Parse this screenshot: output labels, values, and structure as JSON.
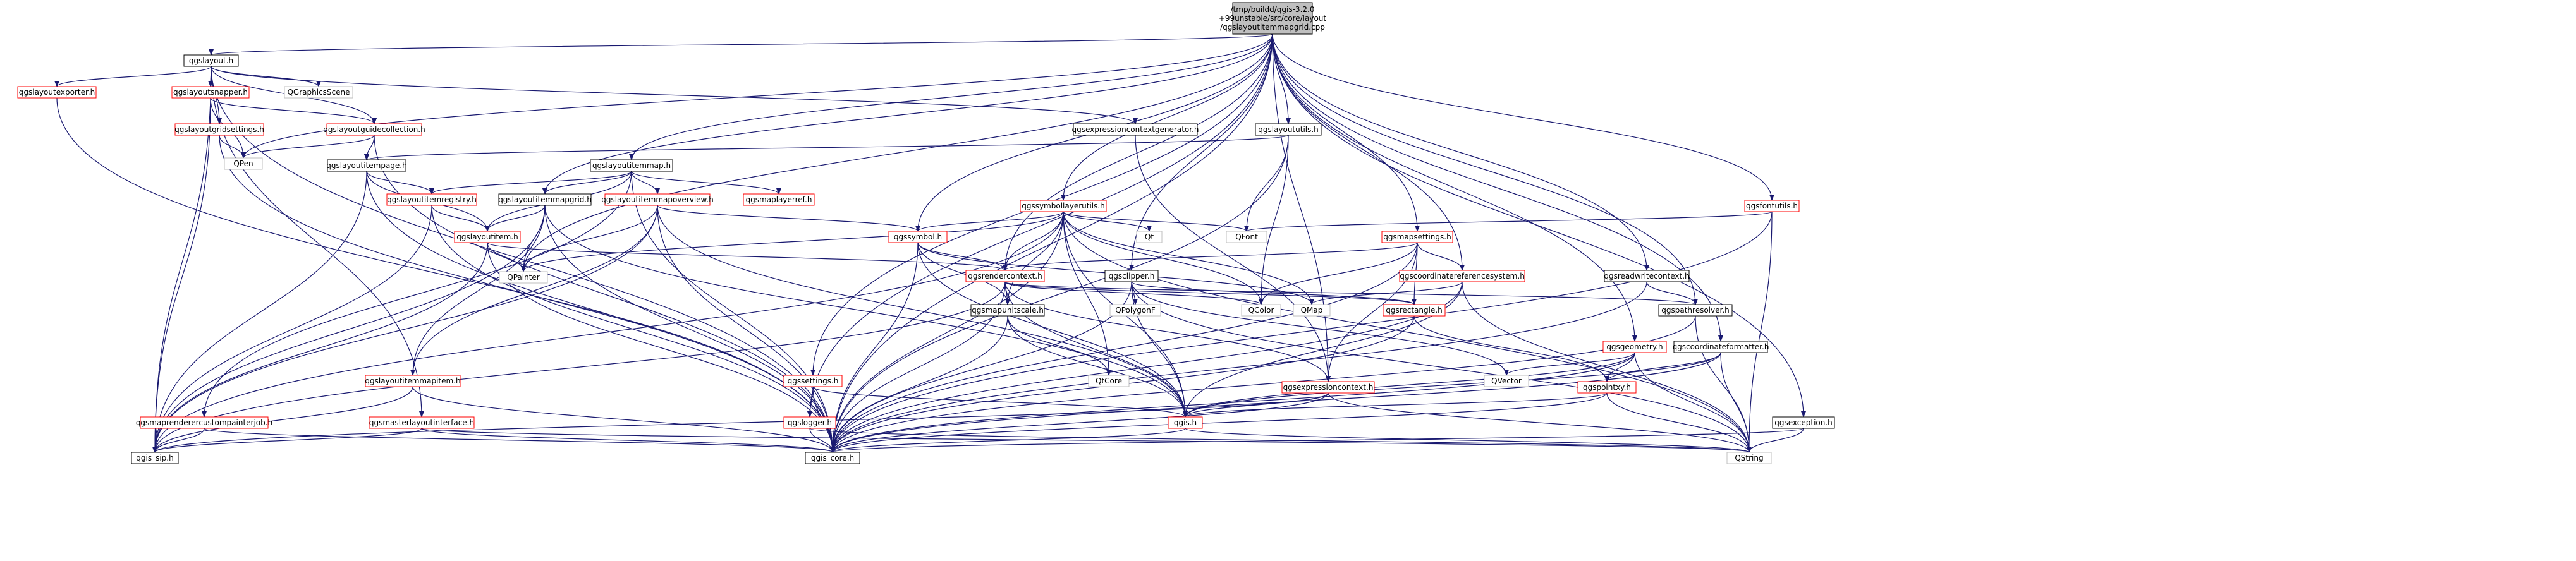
{
  "colors": {
    "edge_default": "#191970",
    "edge_alt": "#5a7cc7",
    "border_normal": "#000000",
    "border_red": "#ff0000",
    "fill_root": "#bfbfbf",
    "fill_node": "#ffffff",
    "arrow_fill": "#191970"
  },
  "nodes": [
    {
      "id": "root",
      "lines": [
        "/tmp/buildd/qgis-3.2.0",
        "+99unstable/src/core/layout",
        "/qgslayoutitemmapgrid.cpp"
      ],
      "style": "root"
    },
    {
      "id": "qgslayout_h",
      "lines": [
        "qgslayout.h"
      ],
      "style": "normal"
    },
    {
      "id": "qgslayoutexporter_h",
      "lines": [
        "qgslayoutexporter.h"
      ],
      "style": "red"
    },
    {
      "id": "qgslayoutsnapper_h",
      "lines": [
        "qgslayoutsnapper.h"
      ],
      "style": "red"
    },
    {
      "id": "QGraphicsScene",
      "lines": [
        "QGraphicsScene"
      ],
      "style": "plain"
    },
    {
      "id": "qgslayoutgridsettings_h",
      "lines": [
        "qgslayoutgridsettings.h"
      ],
      "style": "red"
    },
    {
      "id": "qgslayoutguidecollection_h",
      "lines": [
        "qgslayoutguidecollection.h"
      ],
      "style": "red"
    },
    {
      "id": "QPen",
      "lines": [
        "QPen"
      ],
      "style": "plain"
    },
    {
      "id": "qgslayoutitempage_h",
      "lines": [
        "qgslayoutitempage.h"
      ],
      "style": "normal"
    },
    {
      "id": "qgsexpressioncontextgenerator_h",
      "lines": [
        "qgsexpressioncontextgenerator.h"
      ],
      "style": "normal"
    },
    {
      "id": "qgslayoututils_h",
      "lines": [
        "qgslayoututils.h"
      ],
      "style": "normal"
    },
    {
      "id": "qgslayoutitemmap_h",
      "lines": [
        "qgslayoutitemmap.h"
      ],
      "style": "normal"
    },
    {
      "id": "qgsmaplayerref_h",
      "lines": [
        "qgsmaplayerref.h"
      ],
      "style": "red"
    },
    {
      "id": "qgslayoutitemregistry_h",
      "lines": [
        "qgslayoutitemregistry.h"
      ],
      "style": "red"
    },
    {
      "id": "qgslayoutitemmapgrid_h",
      "lines": [
        "qgslayoutitemmapgrid.h"
      ],
      "style": "normal"
    },
    {
      "id": "qgslayoutitemmapoverview_h",
      "lines": [
        "qgslayoutitemmapoverview.h"
      ],
      "style": "red"
    },
    {
      "id": "qgslayoutitem_h",
      "lines": [
        "qgslayoutitem.h"
      ],
      "style": "red"
    },
    {
      "id": "QPainter",
      "lines": [
        "QPainter"
      ],
      "style": "plain"
    },
    {
      "id": "qgssymbollayerutils_h",
      "lines": [
        "qgssymbollayerutils.h"
      ],
      "style": "red"
    },
    {
      "id": "qgssymbol_h",
      "lines": [
        "qgssymbol.h"
      ],
      "style": "red"
    },
    {
      "id": "Qt",
      "lines": [
        "Qt"
      ],
      "style": "plain"
    },
    {
      "id": "QFont",
      "lines": [
        "QFont"
      ],
      "style": "plain"
    },
    {
      "id": "qgsfontutils_h",
      "lines": [
        "qgsfontutils.h"
      ],
      "style": "red"
    },
    {
      "id": "qgsmapsettings_h",
      "lines": [
        "qgsmapsettings.h"
      ],
      "style": "red"
    },
    {
      "id": "qgsrendercontext_h",
      "lines": [
        "qgsrendercontext.h"
      ],
      "style": "red"
    },
    {
      "id": "qgsclipper_h",
      "lines": [
        "qgsclipper.h"
      ],
      "style": "normal"
    },
    {
      "id": "qgscoordinatereferencesystem_h",
      "lines": [
        "qgscoordinatereferencesystem.h"
      ],
      "style": "red"
    },
    {
      "id": "qgsreadwritecontext_h",
      "lines": [
        "qgsreadwritecontext.h"
      ],
      "style": "normal"
    },
    {
      "id": "QColor",
      "lines": [
        "QColor"
      ],
      "style": "plain"
    },
    {
      "id": "QMap",
      "lines": [
        "QMap"
      ],
      "style": "plain"
    },
    {
      "id": "qgsmapunitscale_h",
      "lines": [
        "qgsmapunitscale.h"
      ],
      "style": "normal"
    },
    {
      "id": "QPolygonF",
      "lines": [
        "QPolygonF"
      ],
      "style": "plain"
    },
    {
      "id": "qgsrectangle_h",
      "lines": [
        "qgsrectangle.h"
      ],
      "style": "red"
    },
    {
      "id": "qgspathresolver_h",
      "lines": [
        "qgspathresolver.h"
      ],
      "style": "normal"
    },
    {
      "id": "qgsgeometry_h",
      "lines": [
        "qgsgeometry.h"
      ],
      "style": "red"
    },
    {
      "id": "qgscoordinateformatter_h",
      "lines": [
        "qgscoordinateformatter.h"
      ],
      "style": "normal"
    },
    {
      "id": "QtCore",
      "lines": [
        "QtCore"
      ],
      "style": "plain"
    },
    {
      "id": "QVector",
      "lines": [
        "QVector"
      ],
      "style": "plain"
    },
    {
      "id": "qgslayoutitemmapitem_h",
      "lines": [
        "qgslayoutitemmapitem.h"
      ],
      "style": "red"
    },
    {
      "id": "qgssettings_h",
      "lines": [
        "qgssettings.h"
      ],
      "style": "red"
    },
    {
      "id": "qgsexpressioncontext_h",
      "lines": [
        "qgsexpressioncontext.h"
      ],
      "style": "red"
    },
    {
      "id": "qgspointxy_h",
      "lines": [
        "qgspointxy.h"
      ],
      "style": "red"
    },
    {
      "id": "qgsmaprenderercustompainterjob_h",
      "lines": [
        "qgsmaprenderercustompainterjob.h"
      ],
      "style": "red"
    },
    {
      "id": "qgsmasterlayoutinterface_h",
      "lines": [
        "qgsmasterlayoutinterface.h"
      ],
      "style": "red"
    },
    {
      "id": "qgslogger_h",
      "lines": [
        "qgslogger.h"
      ],
      "style": "red"
    },
    {
      "id": "qgis_h",
      "lines": [
        "qgis.h"
      ],
      "style": "red"
    },
    {
      "id": "qgsexception_h",
      "lines": [
        "qgsexception.h"
      ],
      "style": "normal"
    },
    {
      "id": "qgis_sip_h",
      "lines": [
        "qgis_sip.h"
      ],
      "style": "normal"
    },
    {
      "id": "qgis_core_h",
      "lines": [
        "qgis_core.h"
      ],
      "style": "normal"
    },
    {
      "id": "QString",
      "lines": [
        "QString"
      ],
      "style": "plain"
    }
  ],
  "edges": [
    [
      "root",
      "qgslayout_h"
    ],
    [
      "root",
      "QPen"
    ],
    [
      "root",
      "QPainter"
    ],
    [
      "root",
      "qgslayoutitemmap_h"
    ],
    [
      "root",
      "qgslayoutitemmapgrid_h"
    ],
    [
      "root",
      "qgsfontutils_h"
    ],
    [
      "root",
      "qgssymbollayerutils_h"
    ],
    [
      "root",
      "qgssymbol_h"
    ],
    [
      "root",
      "qgsrendercontext_h"
    ],
    [
      "root",
      "qgsmapsettings_h"
    ],
    [
      "root",
      "qgslayoututils_h"
    ],
    [
      "root",
      "qgsclipper_h"
    ],
    [
      "root",
      "qgscoordinatereferencesystem_h"
    ],
    [
      "root",
      "qgsreadwritecontext_h"
    ],
    [
      "root",
      "qgsgeometry_h"
    ],
    [
      "root",
      "qgscoordinateformatter_h"
    ],
    [
      "root",
      "qgsexpressioncontext_h"
    ],
    [
      "root",
      "qgssettings_h"
    ],
    [
      "root",
      "qgslogger_h"
    ],
    [
      "root",
      "qgsexception_h"
    ],
    [
      "root",
      "qgspathresolver_h"
    ],
    [
      "root",
      "qgis_core_h"
    ],
    [
      "qgslayout_h",
      "qgslayoutexporter_h"
    ],
    [
      "qgslayout_h",
      "qgslayoutsnapper_h"
    ],
    [
      "qgslayout_h",
      "QGraphicsScene"
    ],
    [
      "qgslayout_h",
      "qgslayoutgridsettings_h"
    ],
    [
      "qgslayout_h",
      "qgslayoutguidecollection_h"
    ],
    [
      "qgslayout_h",
      "qgsexpressioncontextgenerator_h"
    ],
    [
      "qgslayout_h",
      "qgis_sip_h"
    ],
    [
      "qgslayout_h",
      "qgis_core_h"
    ],
    [
      "qgslayout_h",
      "qgsmasterlayoutinterface_h"
    ],
    [
      "qgslayoutexporter_h",
      "qgis_core_h"
    ],
    [
      "qgslayoutsnapper_h",
      "QPen"
    ],
    [
      "qgslayoutsnapper_h",
      "qgslayoutguidecollection_h"
    ],
    [
      "qgslayoutsnapper_h",
      "qgis_sip_h"
    ],
    [
      "qgslayoutgridsettings_h",
      "QPen"
    ],
    [
      "qgslayoutgridsettings_h",
      "qgis_core_h"
    ],
    [
      "qgslayoutguidecollection_h",
      "QPen"
    ],
    [
      "qgslayoutguidecollection_h",
      "qgslayoutitempage_h"
    ],
    [
      "qgslayoutguidecollection_h",
      "qgis_core_h"
    ],
    [
      "qgslayoutitempage_h",
      "qgslayoutitem_h"
    ],
    [
      "qgslayoutitempage_h",
      "qgslayoutitemregistry_h"
    ],
    [
      "qgslayoutitempage_h",
      "qgis_sip_h"
    ],
    [
      "qgslayoutitempage_h",
      "qgis_core_h"
    ],
    [
      "qgsexpressioncontextgenerator_h",
      "qgsexpressioncontext_h"
    ],
    [
      "qgslayoututils_h",
      "qgslayoutitempage_h"
    ],
    [
      "qgslayoututils_h",
      "QFont"
    ],
    [
      "qgslayoututils_h",
      "QColor"
    ],
    [
      "qgslayoututils_h",
      "qgis_core_h"
    ],
    [
      "qgslayoutitemmap_h",
      "qgslayoutitemregistry_h"
    ],
    [
      "qgslayoutitemmap_h",
      "qgslayoutitemmapgrid_h"
    ],
    [
      "qgslayoutitemmap_h",
      "qgslayoutitemmapoverview_h"
    ],
    [
      "qgslayoutitemmap_h",
      "qgsmaplayerref_h"
    ],
    [
      "qgslayoutitemmap_h",
      "qgslayoutitem_h"
    ],
    [
      "qgslayoutitemmap_h",
      "qgsmaprenderercustompainterjob_h"
    ],
    [
      "qgslayoutitemmap_h",
      "qgis_core_h"
    ],
    [
      "qgslayoutitemregistry_h",
      "qgslayoutitem_h"
    ],
    [
      "qgslayoutitemregistry_h",
      "qgis_sip_h"
    ],
    [
      "qgslayoutitemregistry_h",
      "qgis_core_h"
    ],
    [
      "qgslayoutitemmapgrid_h",
      "qgslayoutitem_h"
    ],
    [
      "qgslayoutitemmapgrid_h",
      "QPainter"
    ],
    [
      "qgslayoutitemmapgrid_h",
      "qgslayoutitemmapitem_h"
    ],
    [
      "qgslayoutitemmapgrid_h",
      "qgis_core_h"
    ],
    [
      "qgslayoutitemmapgrid_h",
      "qgis_sip_h"
    ],
    [
      "qgslayoutitemmapgrid_h",
      "qgis_h"
    ],
    [
      "qgslayoutitemmapoverview_h",
      "qgssymbol_h"
    ],
    [
      "qgslayoutitemmapoverview_h",
      "QPainter"
    ],
    [
      "qgslayoutitemmapoverview_h",
      "qgslayoutitemmapitem_h"
    ],
    [
      "qgslayoutitemmapoverview_h",
      "qgis_core_h"
    ],
    [
      "qgslayoutitemmapoverview_h",
      "qgis_sip_h"
    ],
    [
      "qgslayoutitemmapoverview_h",
      "qgis_h"
    ],
    [
      "qgslayoutitem_h",
      "QPainter"
    ],
    [
      "qgslayoutitem_h",
      "qgsrendercontext_h"
    ],
    [
      "qgslayoutitem_h",
      "qgis_sip_h"
    ],
    [
      "qgslayoutitem_h",
      "qgis_core_h"
    ],
    [
      "qgssymbollayerutils_h",
      "qgssymbol_h"
    ],
    [
      "qgssymbollayerutils_h",
      "Qt"
    ],
    [
      "qgssymbollayerutils_h",
      "QFont"
    ],
    [
      "qgssymbollayerutils_h",
      "QColor"
    ],
    [
      "qgssymbollayerutils_h",
      "QMap"
    ],
    [
      "qgssymbollayerutils_h",
      "QPainter"
    ],
    [
      "qgssymbollayerutils_h",
      "qgsmapunitscale_h"
    ],
    [
      "qgssymbollayerutils_h",
      "QtCore"
    ],
    [
      "qgssymbollayerutils_h",
      "qgis_core_h"
    ],
    [
      "qgssymbollayerutils_h",
      "qgis_h"
    ],
    [
      "qgssymbollayerutils_h",
      "qgis_sip_h"
    ],
    [
      "qgssymbollayerutils_h",
      "QString"
    ],
    [
      "qgssymbollayerutils_h",
      "qgsrendercontext_h"
    ],
    [
      "qgssymbol_h",
      "qgsrendercontext_h"
    ],
    [
      "qgssymbol_h",
      "QMap"
    ],
    [
      "qgssymbol_h",
      "qgsmapunitscale_h"
    ],
    [
      "qgssymbol_h",
      "qgis_core_h"
    ],
    [
      "qgssymbol_h",
      "qgis_h"
    ],
    [
      "qgsfontutils_h",
      "QFont"
    ],
    [
      "qgsfontutils_h",
      "QString"
    ],
    [
      "qgsfontutils_h",
      "qgis_core_h"
    ],
    [
      "qgsmapsettings_h",
      "qgsrendercontext_h"
    ],
    [
      "qgsmapsettings_h",
      "qgscoordinatereferencesystem_h"
    ],
    [
      "qgsmapsettings_h",
      "qgsrectangle_h"
    ],
    [
      "qgsmapsettings_h",
      "QColor"
    ],
    [
      "qgsmapsettings_h",
      "qgsexpressioncontext_h"
    ],
    [
      "qgsmapsettings_h",
      "qgis_core_h"
    ],
    [
      "qgsrendercontext_h",
      "QColor"
    ],
    [
      "qgsrendercontext_h",
      "qgsmapunitscale_h"
    ],
    [
      "qgsrendercontext_h",
      "qgsrectangle_h"
    ],
    [
      "qgsrendercontext_h",
      "qgspathresolver_h"
    ],
    [
      "qgsrendercontext_h",
      "qgsexpressioncontext_h"
    ],
    [
      "qgsrendercontext_h",
      "qgis_core_h"
    ],
    [
      "qgsrendercontext_h",
      "qgis_sip_h"
    ],
    [
      "qgsrendercontext_h",
      "qgis_h"
    ],
    [
      "qgsclipper_h",
      "QPolygonF"
    ],
    [
      "qgsclipper_h",
      "qgsrectangle_h"
    ],
    [
      "qgsclipper_h",
      "qgis_h"
    ],
    [
      "qgsclipper_h",
      "qgis_core_h"
    ],
    [
      "qgsclipper_h",
      "QVector"
    ],
    [
      "qgsclipper_h",
      "QString"
    ],
    [
      "qgscoordinatereferencesystem_h",
      "QMap"
    ],
    [
      "qgscoordinatereferencesystem_h",
      "qgis_core_h"
    ],
    [
      "qgscoordinatereferencesystem_h",
      "qgis_h"
    ],
    [
      "qgscoordinatereferencesystem_h",
      "QString"
    ],
    [
      "qgsreadwritecontext_h",
      "qgspathresolver_h"
    ],
    [
      "qgsreadwritecontext_h",
      "qgis_core_h"
    ],
    [
      "qgsmapunitscale_h",
      "QtCore"
    ],
    [
      "qgsmapunitscale_h",
      "qgis_core_h"
    ],
    [
      "qgsmapunitscale_h",
      "qgis_h"
    ],
    [
      "qgsrectangle_h",
      "qgspointxy_h"
    ],
    [
      "qgsrectangle_h",
      "qgis_core_h"
    ],
    [
      "qgspathresolver_h",
      "qgis_core_h"
    ],
    [
      "qgspathresolver_h",
      "QString"
    ],
    [
      "qgsgeometry_h",
      "QVector"
    ],
    [
      "qgsgeometry_h",
      "qgspointxy_h"
    ],
    [
      "qgsgeometry_h",
      "qgis_core_h"
    ],
    [
      "qgsgeometry_h",
      "qgis_h"
    ],
    [
      "qgsgeometry_h",
      "QString"
    ],
    [
      "qgscoordinateformatter_h",
      "qgspointxy_h"
    ],
    [
      "qgscoordinateformatter_h",
      "qgis_core_h"
    ],
    [
      "qgscoordinateformatter_h",
      "qgis_h"
    ],
    [
      "qgscoordinateformatter_h",
      "QString"
    ],
    [
      "qgslayoutitemmapitem_h",
      "qgis_core_h"
    ],
    [
      "qgslayoutitemmapitem_h",
      "qgis_sip_h"
    ],
    [
      "qgssettings_h",
      "qgslogger_h"
    ],
    [
      "qgssettings_h",
      "qgis_core_h"
    ],
    [
      "qgssettings_h",
      "qgis_h"
    ],
    [
      "qgsexpressioncontext_h",
      "qgis_core_h"
    ],
    [
      "qgsexpressioncontext_h",
      "qgis_sip_h"
    ],
    [
      "qgsexpressioncontext_h",
      "qgis_h"
    ],
    [
      "qgsexpressioncontext_h",
      "QString"
    ],
    [
      "qgspointxy_h",
      "qgis_core_h"
    ],
    [
      "qgspointxy_h",
      "qgis_h"
    ],
    [
      "qgspointxy_h",
      "QString"
    ],
    [
      "qgsmaprenderercustompainterjob_h",
      "qgis_sip_h"
    ],
    [
      "qgsmaprenderercustompainterjob_h",
      "qgis_core_h"
    ],
    [
      "qgsmasterlayoutinterface_h",
      "qgis_core_h"
    ],
    [
      "qgsmasterlayoutinterface_h",
      "qgis_sip_h"
    ],
    [
      "qgsmasterlayoutinterface_h",
      "QString"
    ],
    [
      "qgslogger_h",
      "qgis_core_h"
    ],
    [
      "qgslogger_h",
      "QString"
    ],
    [
      "qgis_h",
      "qgis_core_h"
    ],
    [
      "qgis_h",
      "QString"
    ],
    [
      "qgsexception_h",
      "qgis_core_h"
    ],
    [
      "qgsexception_h",
      "QString"
    ]
  ]
}
